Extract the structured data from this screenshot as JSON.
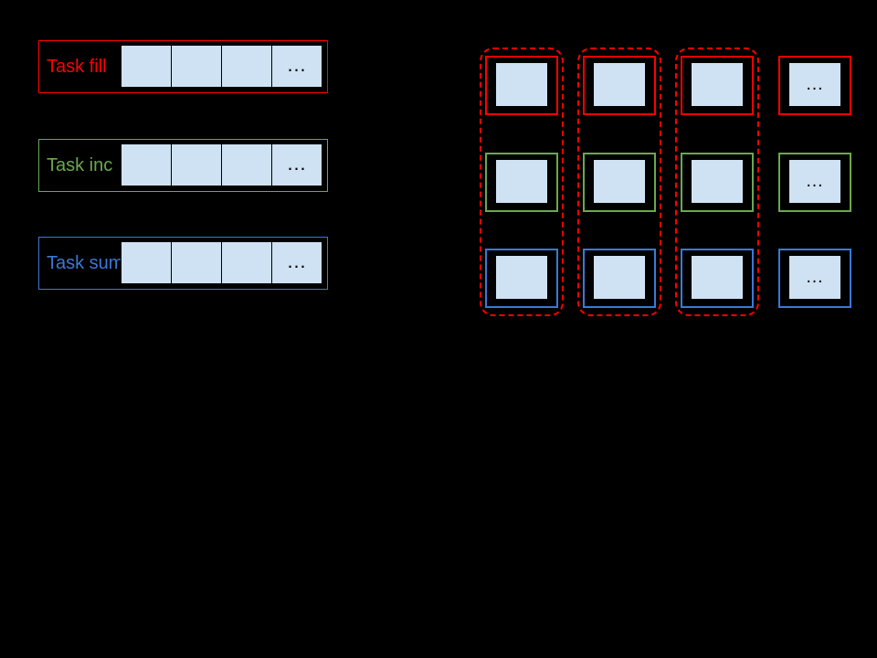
{
  "canvas": {
    "background": "#000000"
  },
  "colors": {
    "task_fill_red": "#ff0000",
    "task_inc_green": "#6aa84f",
    "task_sum_blue": "#3c78d8",
    "cell_fill_blue": "#cfe2f3",
    "dashed_group_red": "#ff0000"
  },
  "tasks": [
    {
      "label": "Task fill",
      "color": "#ff0000",
      "visible_cells": 3,
      "ellipsis": "…"
    },
    {
      "label": "Task inc",
      "color": "#6aa84f",
      "visible_cells": 3,
      "ellipsis": "…"
    },
    {
      "label": "Task sum",
      "color": "#3c78d8",
      "visible_cells": 3,
      "ellipsis": "…"
    }
  ],
  "grid": {
    "columns": 4,
    "rows": [
      {
        "task": "fill",
        "color": "#ff0000"
      },
      {
        "task": "inc",
        "color": "#6aa84f"
      },
      {
        "task": "sum",
        "color": "#3c78d8"
      }
    ],
    "dashed_column_groups": 3,
    "dashed_color": "#ff0000",
    "ellipsis": "…"
  }
}
